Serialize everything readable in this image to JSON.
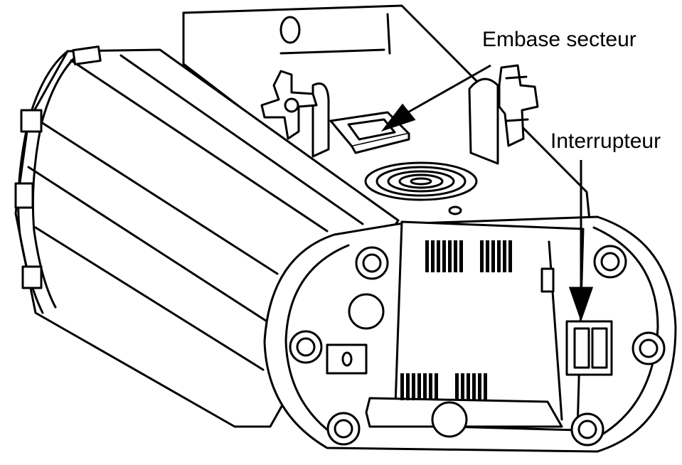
{
  "labels": {
    "top_partial": "",
    "embase": "Embase secteur",
    "interrupteur": "Interrupteur"
  },
  "colors": {
    "line": "#000000",
    "fill": "#ffffff",
    "pointer": "#000000"
  },
  "parts": [
    "projector-body",
    "mounting-yoke",
    "left-lock-knob",
    "right-lock-knob",
    "power-inlet",
    "cooling-fan",
    "rear-panel",
    "ventilation-slots",
    "power-switch",
    "fuse-holder",
    "rear-rim-screws"
  ]
}
